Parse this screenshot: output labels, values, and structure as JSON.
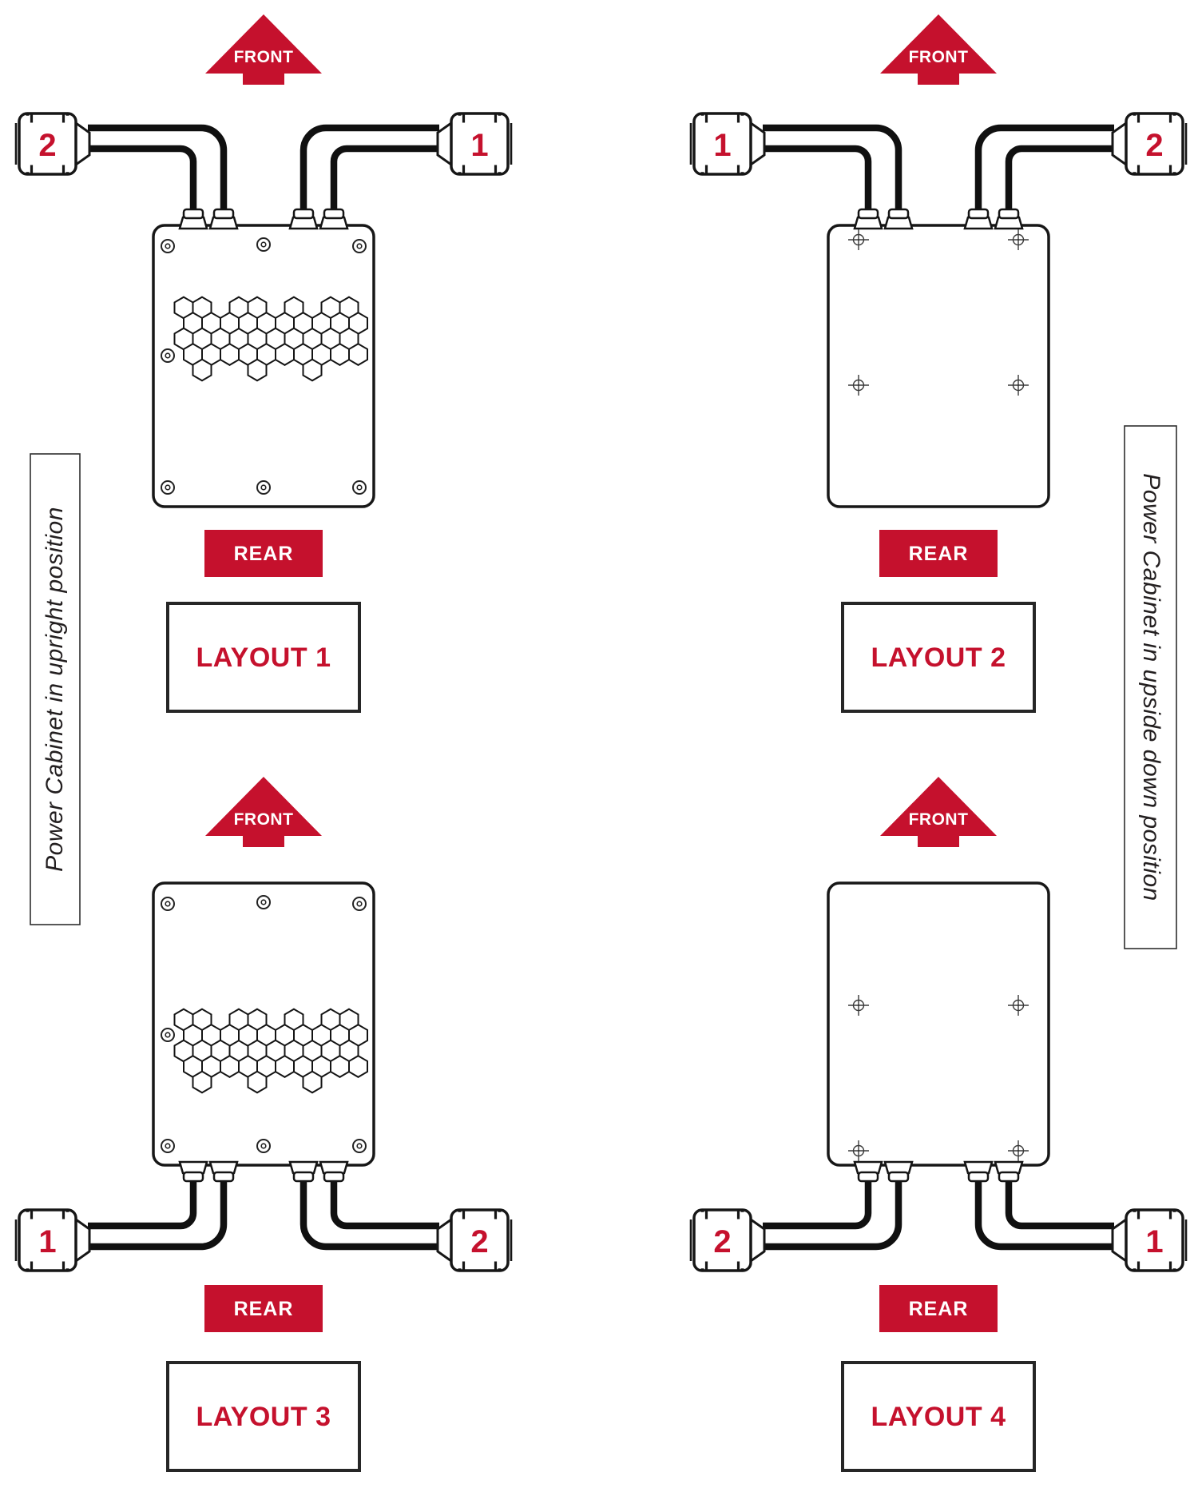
{
  "labels": {
    "front": "FRONT",
    "rear": "REAR"
  },
  "side_labels": {
    "left": "Power Cabinet in upright position",
    "right": "Power Cabinet in upside down position"
  },
  "layouts": [
    {
      "title": "LAYOUT 1",
      "left_connector": "2",
      "right_connector": "1"
    },
    {
      "title": "LAYOUT 2",
      "left_connector": "1",
      "right_connector": "2"
    },
    {
      "title": "LAYOUT 3",
      "left_connector": "1",
      "right_connector": "2"
    },
    {
      "title": "LAYOUT 4",
      "left_connector": "2",
      "right_connector": "1"
    }
  ],
  "colors": {
    "accent_red": "#C5112D",
    "line_black": "#171717"
  }
}
